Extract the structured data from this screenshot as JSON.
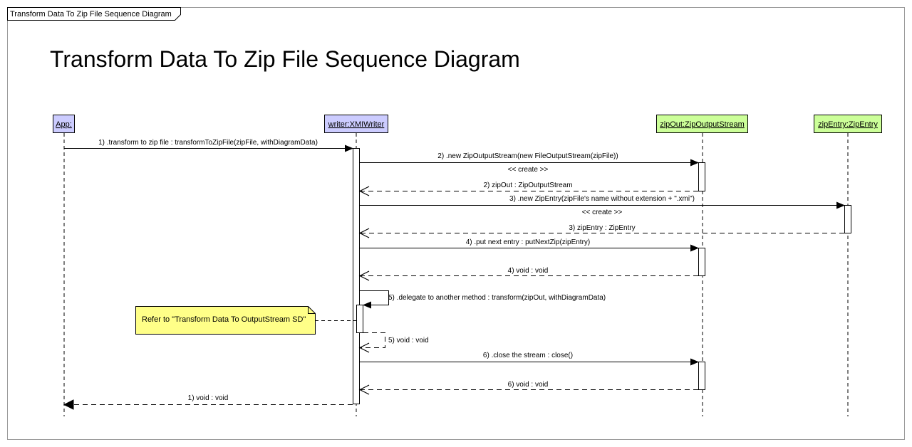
{
  "frame": {
    "tab_label": "Transform Data To Zip File Sequence Diagram"
  },
  "title": "Transform Data To Zip File Sequence Diagram",
  "colors": {
    "actor_fill": "#ccccff",
    "object_fill": "#ccff99",
    "note_fill": "#ffff88",
    "line": "#000000",
    "frame_border": "#999999"
  },
  "lifelines": [
    {
      "id": "app",
      "label": "App:"
    },
    {
      "id": "writer",
      "label": "writer:XMIWriter"
    },
    {
      "id": "zipout",
      "label": "zipOut:ZipOutputStream"
    },
    {
      "id": "zipentry",
      "label": "zipEntry:ZipEntry"
    }
  ],
  "messages": [
    {
      "label": "1) .transform to zip file : transformToZipFile(zipFile, withDiagramData)",
      "from": "app",
      "to": "writer",
      "kind": "call"
    },
    {
      "label": "2) .new ZipOutputStream(new FileOutputStream(zipFile))",
      "from": "writer",
      "to": "zipout",
      "kind": "call"
    },
    {
      "label": "<< create >>",
      "from": "writer",
      "to": "zipout",
      "kind": "stereotype"
    },
    {
      "label": "2) zipOut : ZipOutputStream",
      "from": "zipout",
      "to": "writer",
      "kind": "return"
    },
    {
      "label": "3) .new ZipEntry(zipFile's name without extension + \".xmi\")",
      "from": "writer",
      "to": "zipentry",
      "kind": "call"
    },
    {
      "label": "<< create >>",
      "from": "writer",
      "to": "zipentry",
      "kind": "stereotype"
    },
    {
      "label": "3) zipEntry : ZipEntry",
      "from": "zipentry",
      "to": "writer",
      "kind": "return"
    },
    {
      "label": "4) .put next entry : putNextZip(zipEntry)",
      "from": "writer",
      "to": "zipout",
      "kind": "call"
    },
    {
      "label": "4) void : void",
      "from": "zipout",
      "to": "writer",
      "kind": "return"
    },
    {
      "label": "5) .delegate to another method : transform(zipOut, withDiagramData)",
      "from": "writer",
      "to": "writer",
      "kind": "self-call"
    },
    {
      "label": "5) void : void",
      "from": "writer",
      "to": "writer",
      "kind": "self-return"
    },
    {
      "label": "6) .close the stream : close()",
      "from": "writer",
      "to": "zipout",
      "kind": "call"
    },
    {
      "label": "6) void : void",
      "from": "zipout",
      "to": "writer",
      "kind": "return"
    },
    {
      "label": "1) void : void",
      "from": "writer",
      "to": "app",
      "kind": "return"
    }
  ],
  "note": {
    "text": "Refer to \"Transform Data To OutputStream SD\""
  }
}
